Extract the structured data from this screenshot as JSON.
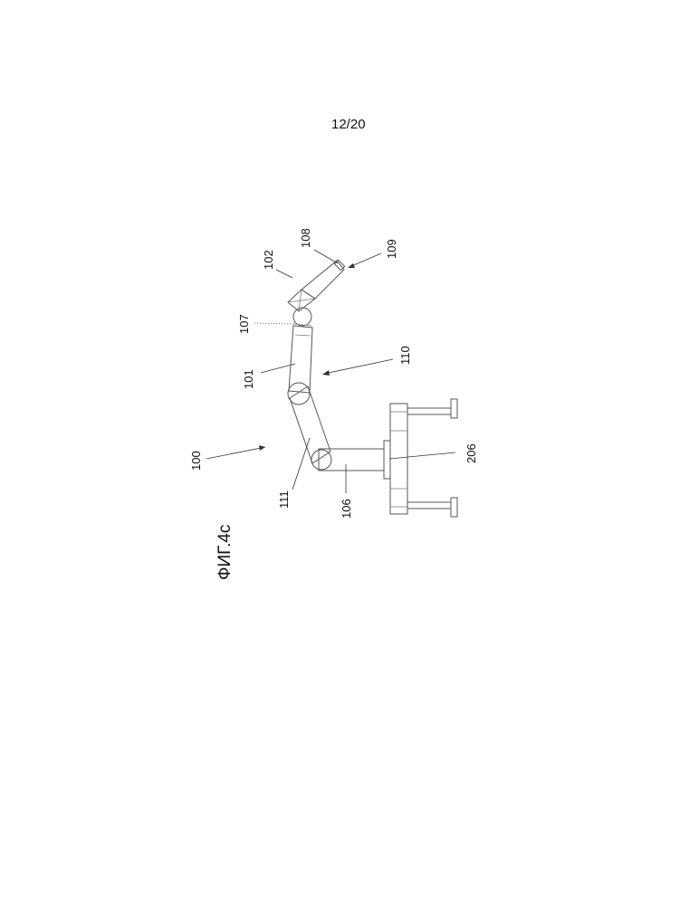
{
  "page_number": "12/20",
  "figure_caption": "ФИГ.4с",
  "labels": {
    "l100": "100",
    "l101": "101",
    "l102": "102",
    "l106": "106",
    "l107": "107",
    "l108": "108",
    "l109": "109",
    "l110": "110",
    "l111": "111",
    "l206": "206"
  }
}
